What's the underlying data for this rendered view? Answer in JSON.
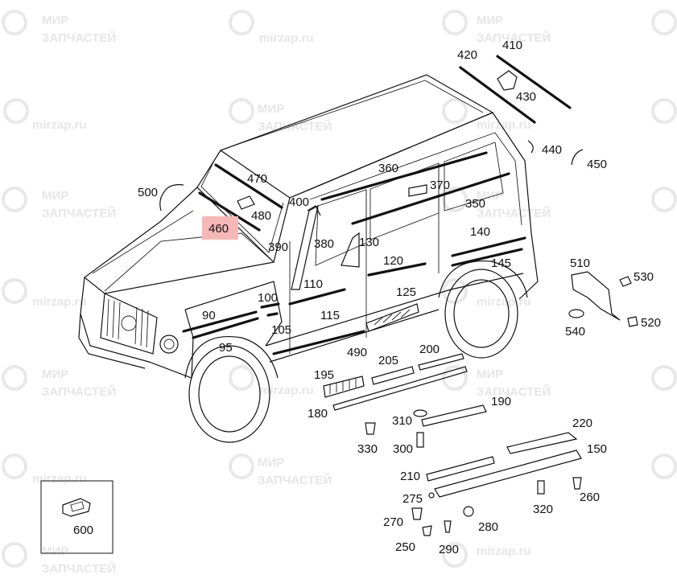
{
  "watermark": {
    "brand_line1": "МИР",
    "brand_line2": "ЗАПЧАСТЕЙ",
    "domain": "mirzap.ru"
  },
  "highlight_color": "#f7b7b7",
  "highlighted_part": "460",
  "parts": {
    "p90": "90",
    "p95": "95",
    "p100": "100",
    "p105": "105",
    "p110": "110",
    "p115": "115",
    "p120": "120",
    "p125": "125",
    "p130": "130",
    "p140": "140",
    "p145": "145",
    "p150": "150",
    "p180": "180",
    "p190": "190",
    "p195": "195",
    "p200": "200",
    "p205": "205",
    "p210": "210",
    "p220": "220",
    "p250": "250",
    "p260": "260",
    "p270": "270",
    "p275": "275",
    "p280": "280",
    "p290": "290",
    "p300": "300",
    "p310": "310",
    "p320": "320",
    "p330": "330",
    "p350": "350",
    "p360": "360",
    "p370": "370",
    "p380": "380",
    "p390": "390",
    "p400": "400",
    "p410": "410",
    "p420": "420",
    "p430": "430",
    "p440": "440",
    "p450": "450",
    "p460": "460",
    "p470": "470",
    "p480": "480",
    "p490": "490",
    "p500": "500",
    "p510": "510",
    "p520": "520",
    "p530": "530",
    "p540": "540",
    "p600": "600"
  }
}
